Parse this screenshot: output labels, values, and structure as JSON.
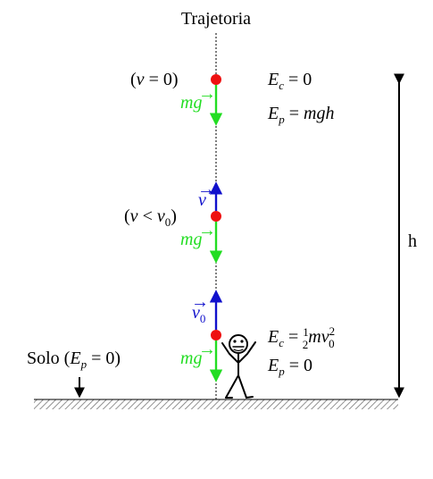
{
  "title": "Trajetoria",
  "height_label": "h",
  "ground": {
    "label_prefix": "Solo (",
    "label_var": "E",
    "label_sub": "p",
    "label_suffix": " = 0)"
  },
  "positions": [
    {
      "id": "top",
      "velocity_text": "(v = 0)",
      "gravity_label": "mg",
      "energy_kinetic": "E_c = 0",
      "energy_potential": "E_p = mgh"
    },
    {
      "id": "middle",
      "velocity_label": "v",
      "velocity_text": "(v < v0)",
      "gravity_label": "mg"
    },
    {
      "id": "bottom",
      "velocity_label": "v0",
      "gravity_label": "mg",
      "energy_kinetic": "E_c = ½ m v0²",
      "energy_potential": "E_p = 0"
    }
  ],
  "colors": {
    "ball": "#ee1111",
    "gravity_vector": "#22dd22",
    "velocity_vector": "#1111cc",
    "text": "#000000",
    "hatch": "#888888"
  }
}
